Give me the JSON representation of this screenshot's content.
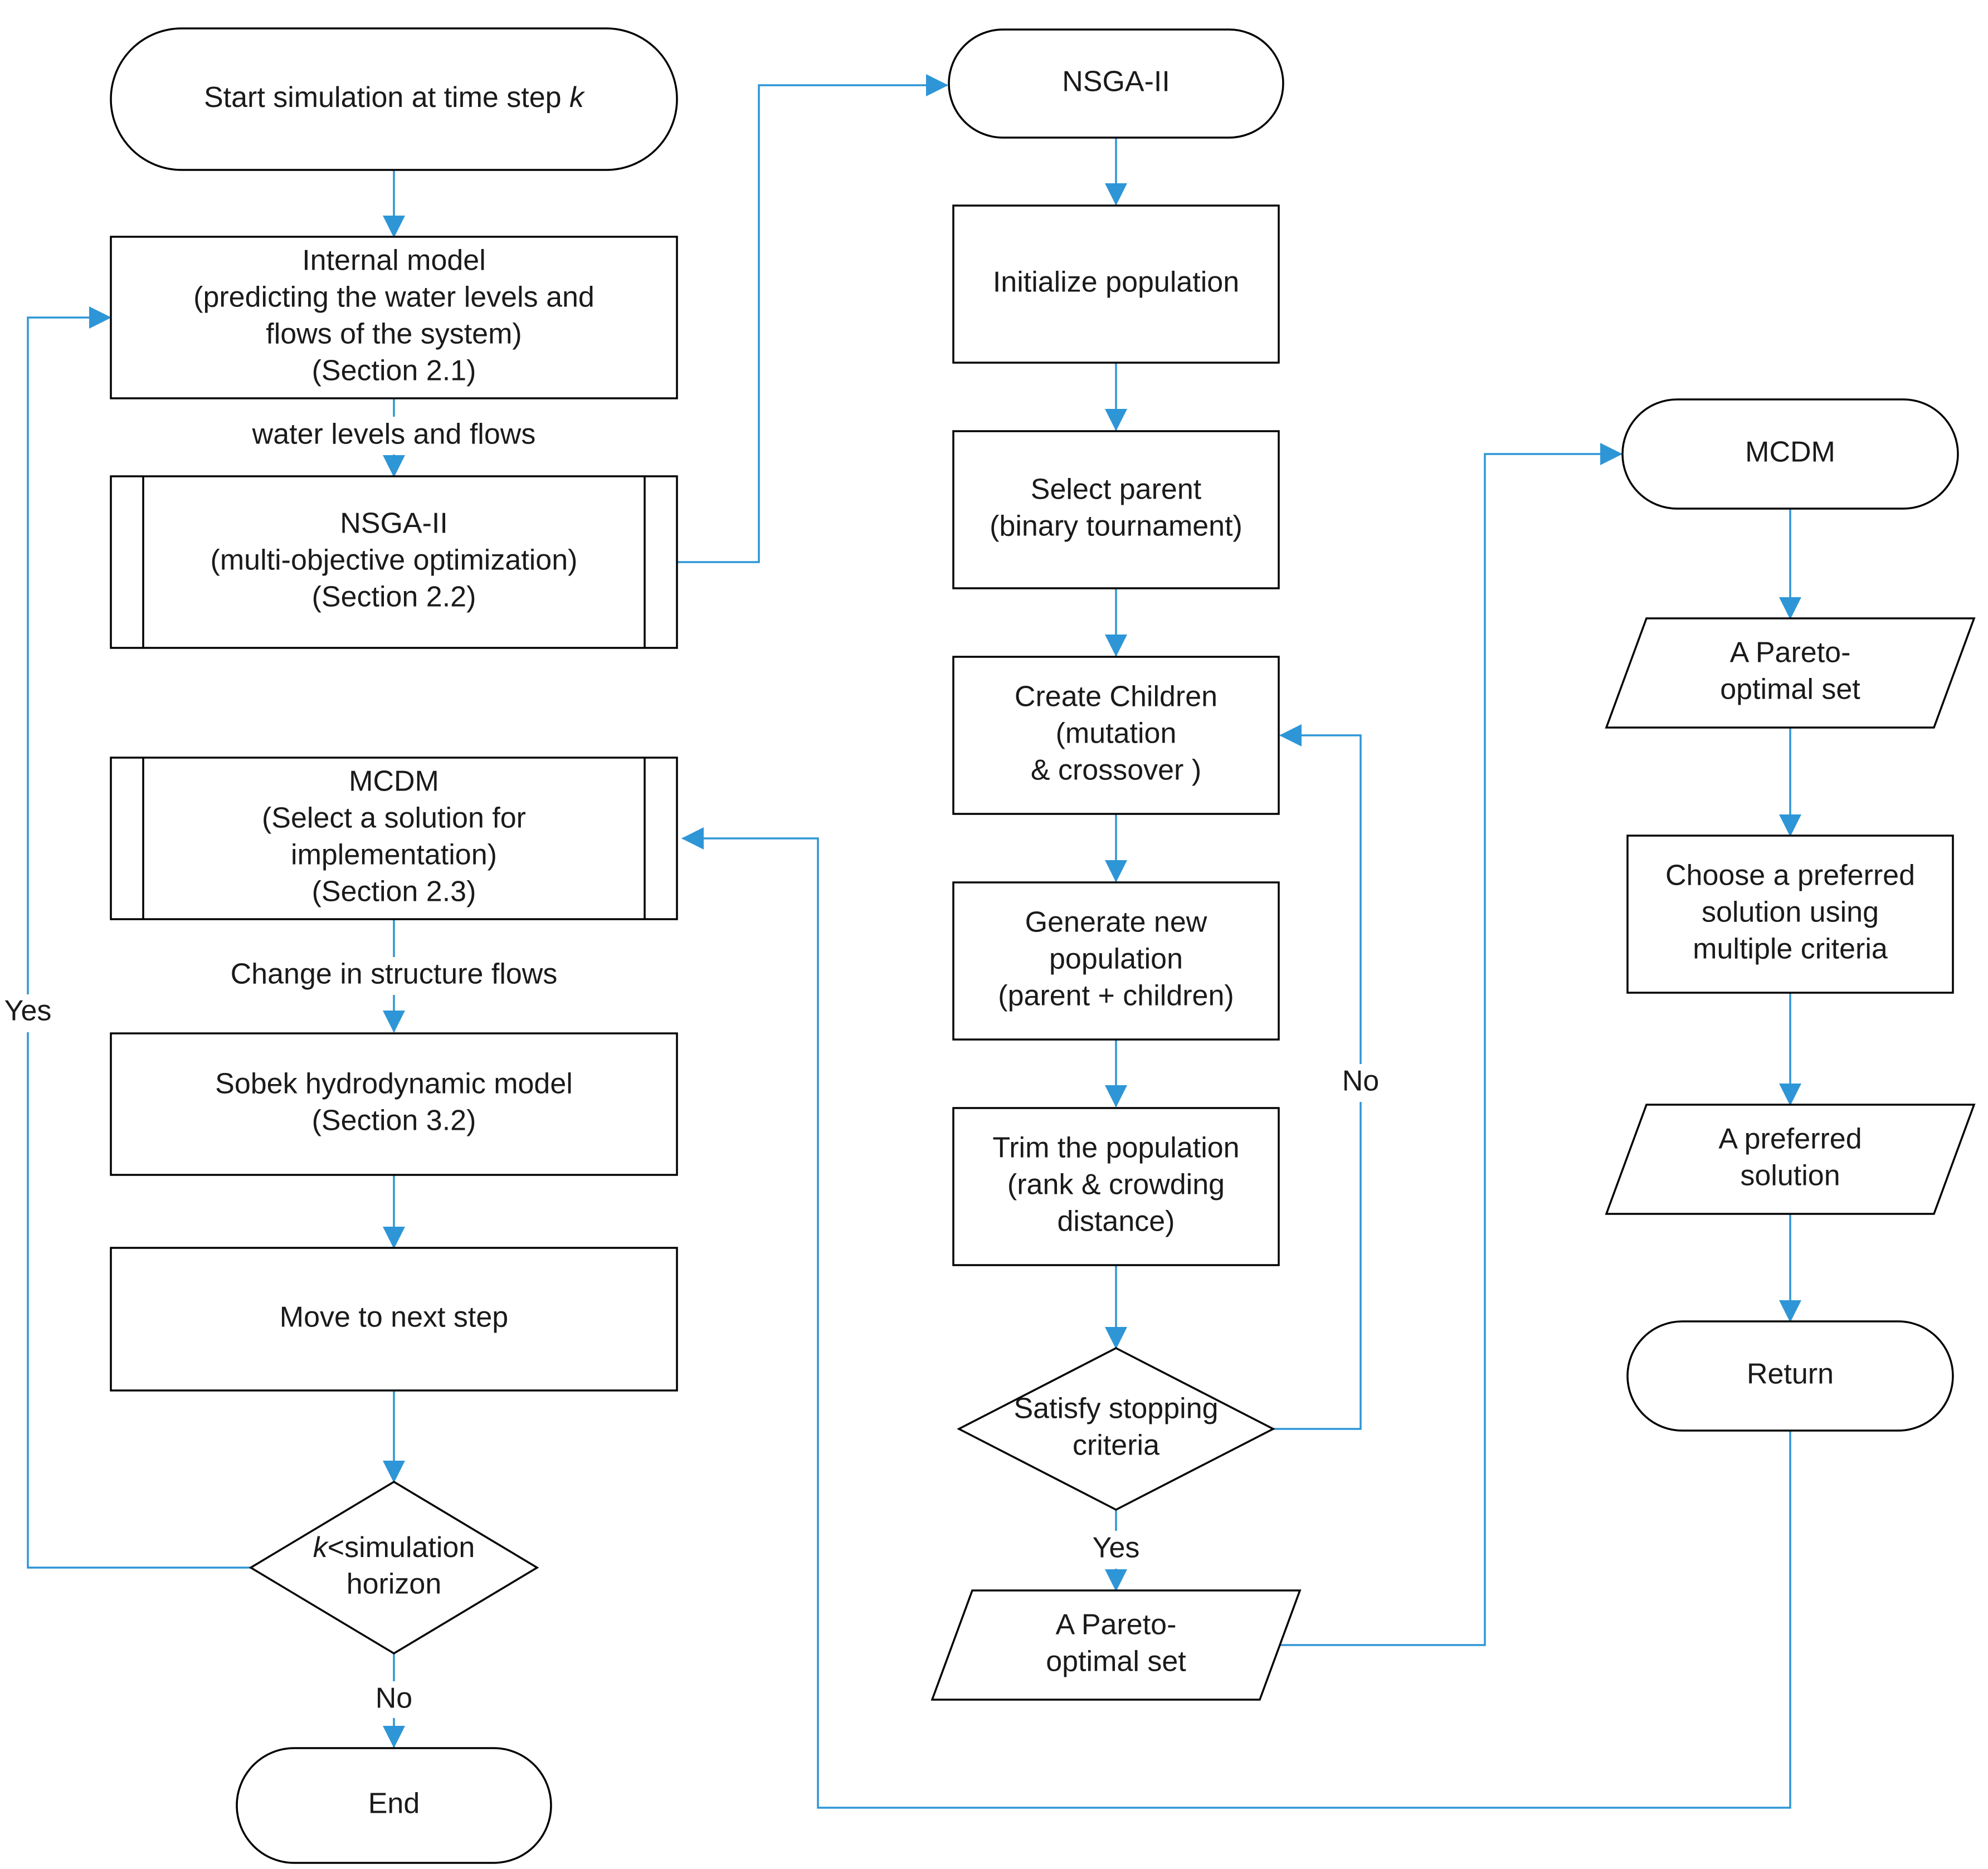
{
  "colors": {
    "arrow": "#2e96d6",
    "stroke": "#000000",
    "text": "#1a1a1a"
  },
  "nodes": [
    {
      "id": "start",
      "shape": "terminal",
      "lines": [
        "Start simulation at time step k"
      ]
    },
    {
      "id": "internal_model",
      "shape": "process",
      "lines": [
        "Internal model",
        "(predicting the water levels and",
        "flows of the system)",
        "(Section 2.1)"
      ]
    },
    {
      "id": "nsga_sub",
      "shape": "subprocess",
      "lines": [
        "NSGA-II",
        "(multi-objective optimization)",
        "(Section 2.2)"
      ]
    },
    {
      "id": "mcdm_sub",
      "shape": "subprocess",
      "lines": [
        "MCDM",
        "(Select a solution  for",
        "implementation)",
        "(Section 2.3)"
      ]
    },
    {
      "id": "sobek",
      "shape": "process",
      "lines": [
        "Sobek hydrodynamic model",
        "(Section 3.2)"
      ]
    },
    {
      "id": "move_next",
      "shape": "process",
      "lines": [
        "Move to next step"
      ]
    },
    {
      "id": "horizon_check",
      "shape": "decision",
      "lines": [
        "k<simulation",
        "horizon"
      ]
    },
    {
      "id": "end",
      "shape": "terminal",
      "lines": [
        "End"
      ]
    },
    {
      "id": "nsga_start",
      "shape": "terminal",
      "lines": [
        "NSGA-II"
      ]
    },
    {
      "id": "init_pop",
      "shape": "process",
      "lines": [
        "Initialize population"
      ]
    },
    {
      "id": "select_parent",
      "shape": "process",
      "lines": [
        "Select parent",
        "(binary tournament)"
      ]
    },
    {
      "id": "create_children",
      "shape": "process",
      "lines": [
        "Create Children",
        "(mutation",
        "& crossover )"
      ]
    },
    {
      "id": "generate_pop",
      "shape": "process",
      "lines": [
        "Generate new",
        "population",
        "(parent + children)"
      ]
    },
    {
      "id": "trim_pop",
      "shape": "process",
      "lines": [
        "Trim the population",
        "(rank & crowding",
        "distance)"
      ]
    },
    {
      "id": "stop_check",
      "shape": "decision",
      "lines": [
        "Satisfy stopping",
        "criteria"
      ]
    },
    {
      "id": "pareto_out",
      "shape": "data",
      "lines": [
        "A Pareto-",
        "optimal set"
      ]
    },
    {
      "id": "mcdm_start",
      "shape": "terminal",
      "lines": [
        "MCDM"
      ]
    },
    {
      "id": "pareto_in",
      "shape": "data",
      "lines": [
        "A Pareto-",
        "optimal set"
      ]
    },
    {
      "id": "choose_pref",
      "shape": "process",
      "lines": [
        "Choose a preferred",
        "solution using",
        "multiple criteria"
      ]
    },
    {
      "id": "pref_solution",
      "shape": "data",
      "lines": [
        "A preferred",
        "solution"
      ]
    },
    {
      "id": "return",
      "shape": "terminal",
      "lines": [
        "Return"
      ]
    }
  ],
  "edge_labels": [
    {
      "id": "water_levels",
      "text": "water levels and flows"
    },
    {
      "id": "structure_flows",
      "text": "Change in structure flows"
    },
    {
      "id": "yes_loop",
      "text": "Yes"
    },
    {
      "id": "no_end",
      "text": "No"
    },
    {
      "id": "no_loop",
      "text": "No"
    },
    {
      "id": "yes_pareto",
      "text": "Yes"
    }
  ]
}
